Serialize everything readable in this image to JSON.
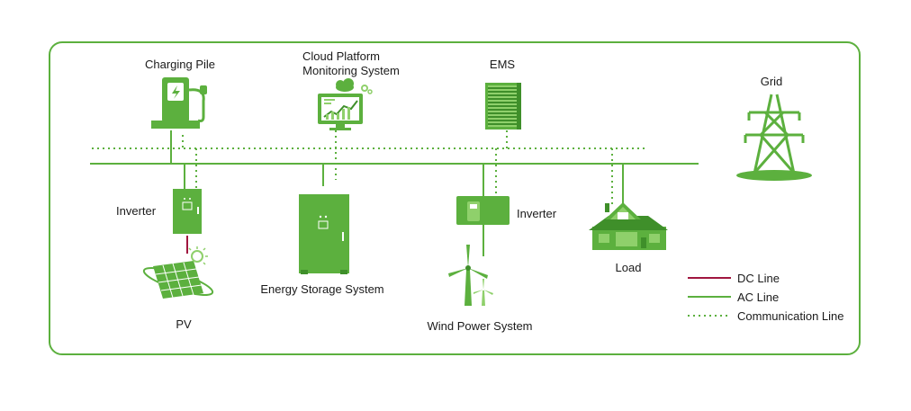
{
  "colors": {
    "green": "#5cb03e",
    "green_dark": "#3f8f2a",
    "green_light": "#8fd06b",
    "dc_line": "#a0163f"
  },
  "labels": {
    "charging_pile": "Charging Pile",
    "cloud_line1": "Cloud Platform",
    "cloud_line2": "Monitoring System",
    "ems": "EMS",
    "grid": "Grid",
    "inverter_left": "Inverter",
    "inverter_right": "Inverter",
    "energy_storage": "Energy Storage System",
    "load": "Load",
    "pv": "PV",
    "wind": "Wind Power System"
  },
  "legend": {
    "dc": "DC Line",
    "ac": "AC Line",
    "comm": "Communication Line"
  },
  "icons": [
    "charging-pile-icon",
    "cloud-monitor-icon",
    "ems-cabinet-icon",
    "grid-tower-icon",
    "inverter-icon",
    "storage-cabinet-icon",
    "house-icon",
    "solar-panel-icon",
    "wind-turbine-icon"
  ]
}
